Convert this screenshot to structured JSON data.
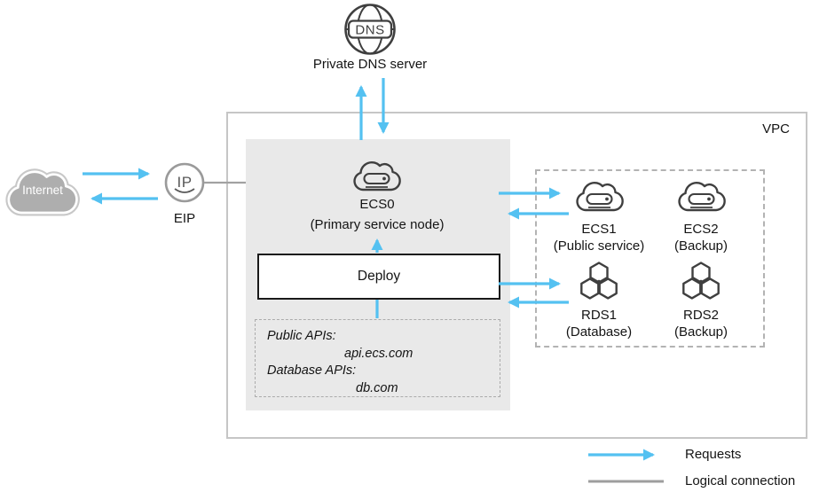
{
  "diagram": {
    "dns": {
      "icon_text": "DNS",
      "label": "Private DNS server"
    },
    "internet": {
      "label": "Internet"
    },
    "eip": {
      "icon_text": "IP",
      "label": "EIP"
    },
    "vpc": {
      "label": "VPC"
    },
    "primary": {
      "name": "ECS0",
      "subtitle": "(Primary service node)",
      "deploy_label": "Deploy",
      "apis": {
        "line1": "Public APIs:",
        "line2": "api.ecs.com",
        "line3": "Database APIs:",
        "line4": "db.com"
      }
    },
    "cluster": {
      "nodes": [
        {
          "name": "ECS1",
          "subtitle": "(Public service)",
          "type": "ecs"
        },
        {
          "name": "ECS2",
          "subtitle": "(Backup)",
          "type": "ecs"
        },
        {
          "name": "RDS1",
          "subtitle": "(Database)",
          "type": "rds"
        },
        {
          "name": "RDS2",
          "subtitle": "(Backup)",
          "type": "rds"
        }
      ]
    },
    "legend": [
      {
        "symbol": "arrow",
        "label": "Requests"
      },
      {
        "symbol": "line",
        "label": "Logical connection"
      }
    ],
    "colors": {
      "request_blue": "#54C1F1",
      "logical_gray": "#9E9E9E"
    }
  }
}
